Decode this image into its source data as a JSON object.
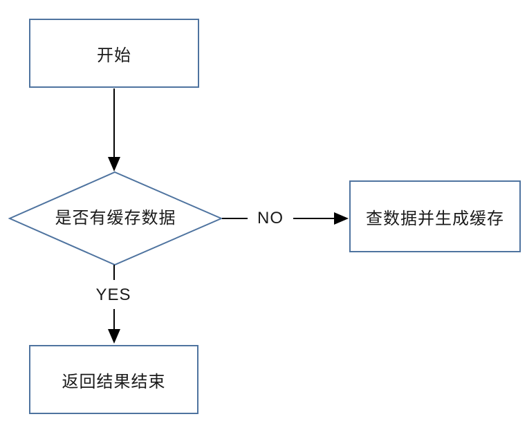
{
  "nodes": {
    "start": {
      "label": "开始",
      "type": "process"
    },
    "decision": {
      "label": "是否有缓存数据",
      "type": "decision"
    },
    "query": {
      "label": "查数据并生成缓存",
      "type": "process"
    },
    "end": {
      "label": "返回结果结束",
      "type": "process"
    }
  },
  "edges": {
    "no": {
      "label": "NO"
    },
    "yes": {
      "label": "YES"
    }
  },
  "colors": {
    "background": "#ffffff",
    "shape_stroke": "#4e739f",
    "connector": "#000000",
    "text": "#1a1a1a"
  }
}
